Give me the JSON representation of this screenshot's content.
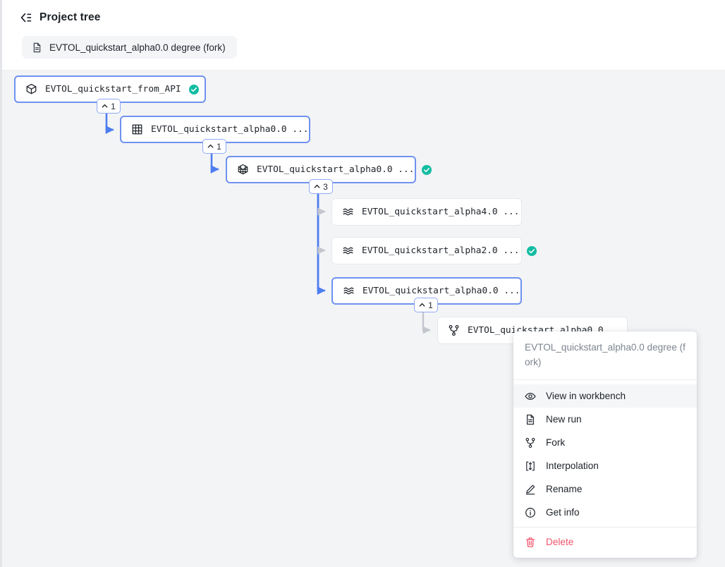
{
  "header": {
    "panel_icon": "collapse-panel-icon",
    "title": "Project tree",
    "breadcrumb": {
      "icon": "document-icon",
      "label": "EVTOL_quickstart_alpha0.0 degree (fork)"
    }
  },
  "colors": {
    "canvas_bg": "#f3f4f6",
    "node_selected_border": "#6f92f0",
    "node_border": "#e6e8eb",
    "edge_active": "#4e7df0",
    "edge_inactive": "#c3c7cd",
    "badge_border": "#90aaf4",
    "status_ok": "#12bda1",
    "danger": "#f2546c",
    "menu_hover": "#f5f6f7"
  },
  "tree": {
    "nodes": [
      {
        "id": "n1",
        "icon": "cube-icon",
        "label": "EVTOL_quickstart_from_API",
        "status": "ok",
        "selected": true,
        "badge": {
          "chevron": "chevron-up-icon",
          "count": "1"
        }
      },
      {
        "id": "n2",
        "icon": "grid-icon",
        "label": "EVTOL_quickstart_alpha0.0 ...",
        "status": "none",
        "selected": true,
        "badge": {
          "chevron": "chevron-up-icon",
          "count": "1"
        }
      },
      {
        "id": "n3",
        "icon": "mesh-icon",
        "label": "EVTOL_quickstart_alpha0.0 ...",
        "status": "ok",
        "selected": true,
        "badge": {
          "chevron": "chevron-up-icon",
          "count": "3"
        }
      },
      {
        "id": "n4",
        "icon": "waves-icon",
        "label": "EVTOL_quickstart_alpha4.0 ...",
        "status": "none",
        "selected": false,
        "badge": null
      },
      {
        "id": "n5",
        "icon": "waves-icon",
        "label": "EVTOL_quickstart_alpha2.0 ...",
        "status": "ok",
        "selected": false,
        "badge": null
      },
      {
        "id": "n6",
        "icon": "waves-icon",
        "label": "EVTOL_quickstart_alpha0.0 ...",
        "status": "none",
        "selected": true,
        "badge": {
          "chevron": "chevron-up-icon",
          "count": "1"
        }
      },
      {
        "id": "n7",
        "icon": "fork-icon",
        "label": "EVTOL_quickstart_alpha0.0",
        "status": "none",
        "selected": false,
        "badge": null
      }
    ]
  },
  "context_menu": {
    "title": "EVTOL_quickstart_alpha0.0 degree (fork)",
    "items": [
      {
        "icon": "eye-icon",
        "label": "View in workbench",
        "hover": true,
        "danger": false
      },
      {
        "icon": "document-icon",
        "label": "New run",
        "hover": false,
        "danger": false
      },
      {
        "icon": "fork-icon",
        "label": "Fork",
        "hover": false,
        "danger": false
      },
      {
        "icon": "interpolation-icon",
        "label": "Interpolation",
        "hover": false,
        "danger": false
      },
      {
        "icon": "pencil-icon",
        "label": "Rename",
        "hover": false,
        "danger": false
      },
      {
        "icon": "info-icon",
        "label": "Get info",
        "hover": false,
        "danger": false
      }
    ],
    "danger_item": {
      "icon": "trash-icon",
      "label": "Delete",
      "danger": true
    }
  }
}
